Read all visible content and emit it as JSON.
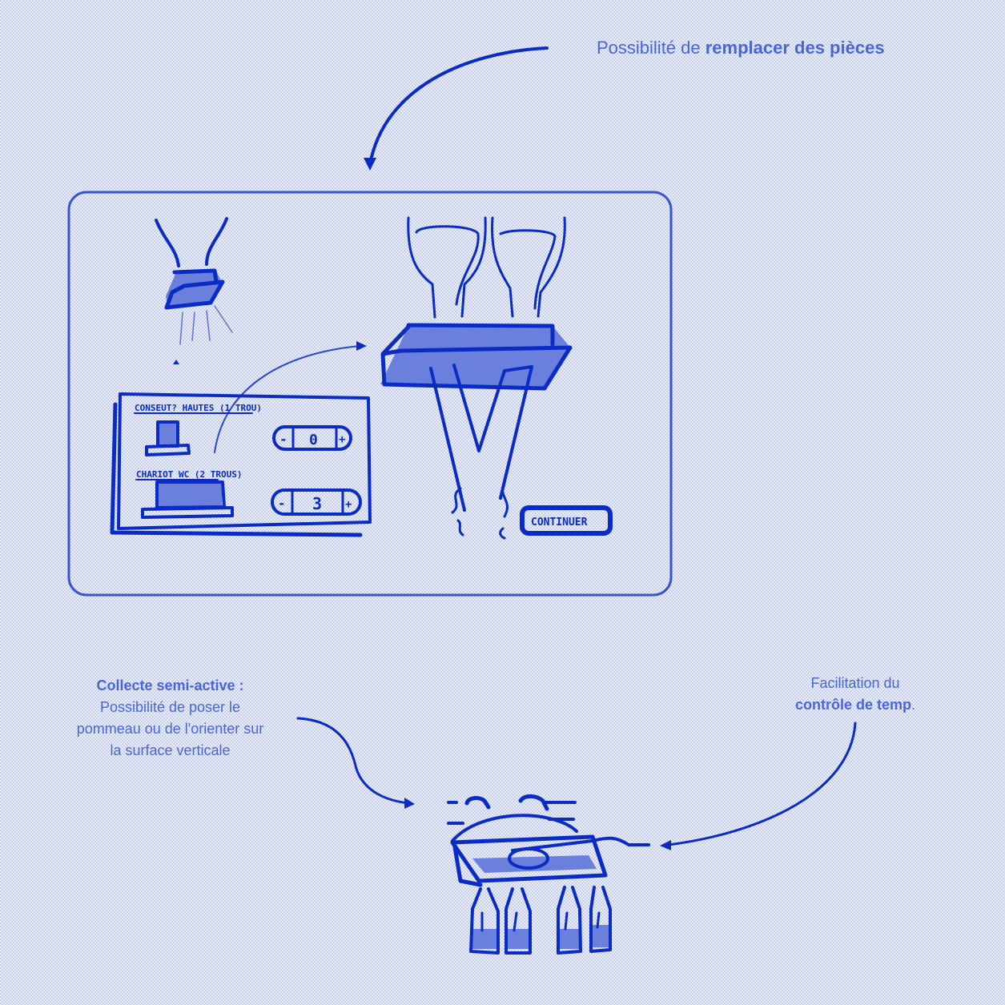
{
  "annotations": {
    "top": {
      "prefix": "Possibilité de ",
      "bold": "remplacer des pièces"
    },
    "left": {
      "title": "Collecte semi-active :",
      "line1": "Possibilité de poser le",
      "line2": "pommeau ou de l'orienter sur",
      "line3": "la surface verticale"
    },
    "right": {
      "line1": "Facilitation du",
      "bold": "contrôle de temp",
      "suffix": "."
    }
  },
  "sketch": {
    "panel": {
      "option1_label": "CONSEUT? HAUTES (1 TROU)",
      "option1_value": "0",
      "option2_label": "CHARIOT WC (2 TROUS)",
      "option2_value": "3",
      "minus": "-",
      "plus": "+"
    },
    "continue_button": "CONTINUER"
  },
  "colors": {
    "ink": "#0a2cc4",
    "annotation_text": "#4a66d6",
    "background_light": "#eef1fc",
    "background_dark": "#c3cdf2"
  }
}
